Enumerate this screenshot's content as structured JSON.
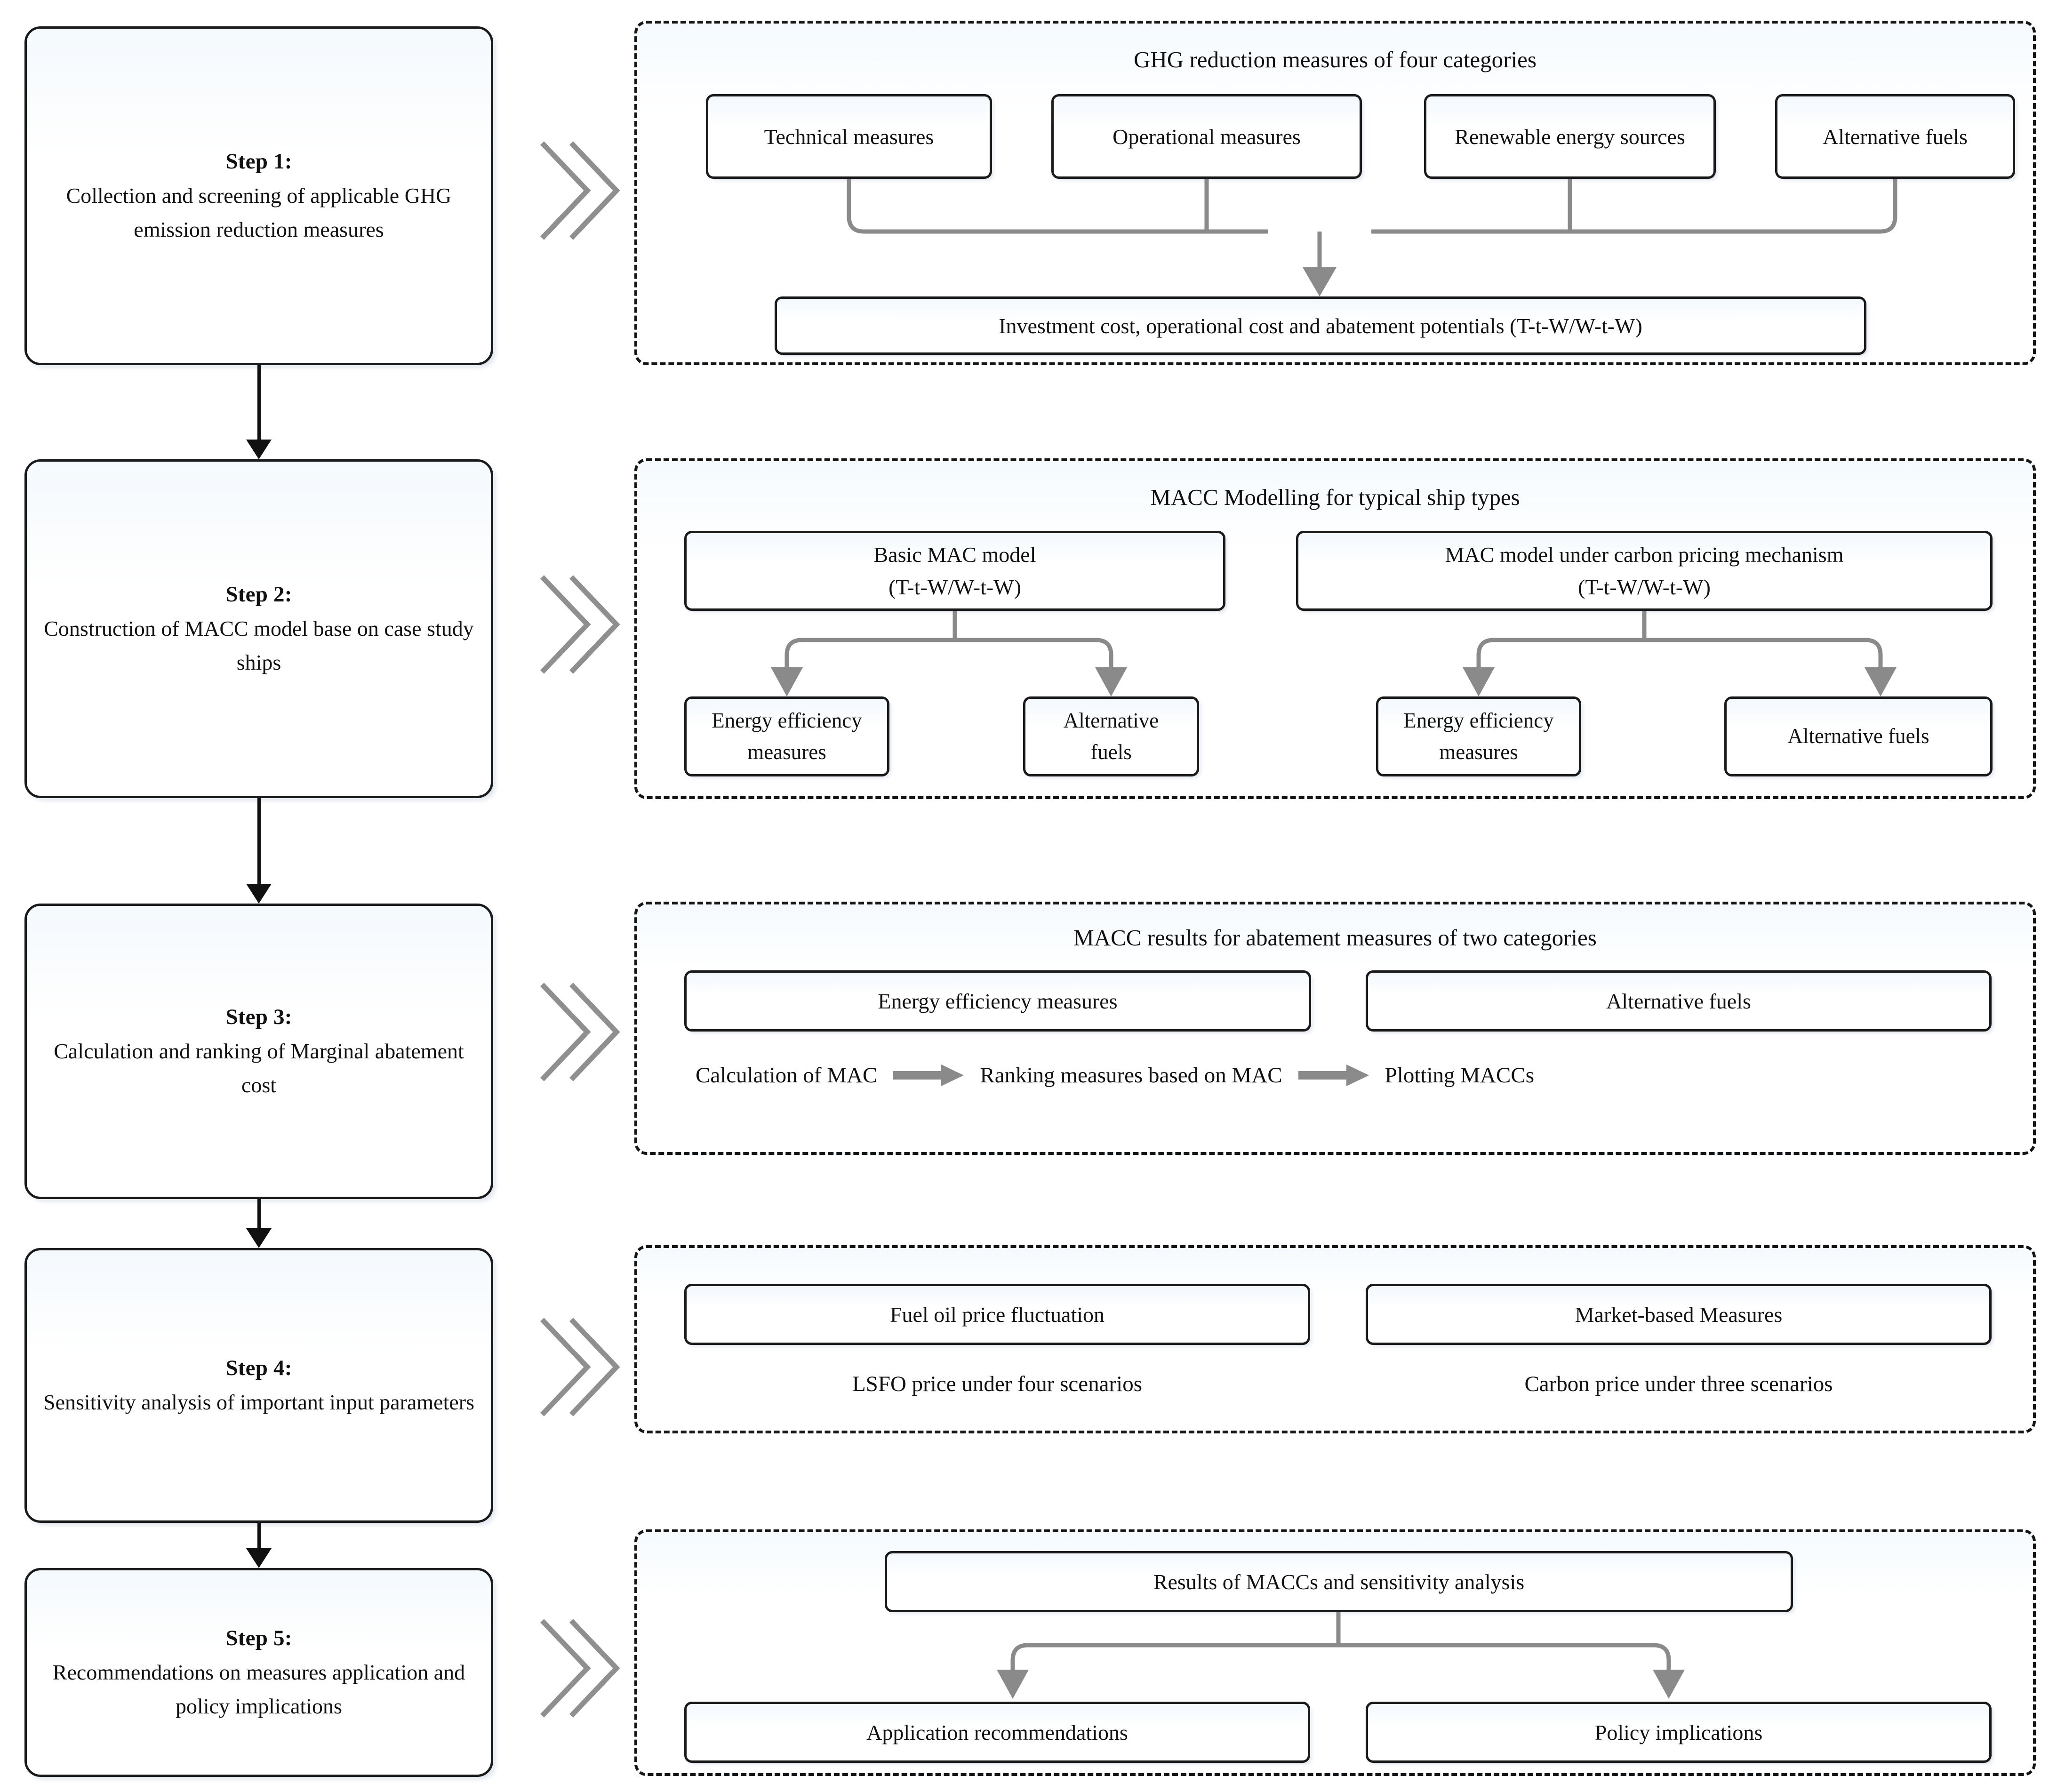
{
  "figure": {
    "type": "flowchart",
    "orientation": "vertical-five-stage"
  },
  "steps": [
    {
      "title": "Step 1:",
      "description": "Collection and screening of applicable GHG emission reduction measures"
    },
    {
      "title": "Step 2:",
      "description": "Construction of MACC model base on case study ships"
    },
    {
      "title": "Step 3:",
      "description": "Calculation and ranking of Marginal abatement cost"
    },
    {
      "title": "Step 4:",
      "description": "Sensitivity analysis of important input parameters"
    },
    {
      "title": "Step 5:",
      "description": "Recommendations on  measures application and policy implications"
    }
  ],
  "panel1": {
    "title": "GHG reduction measures of four categories",
    "categories": [
      "Technical measures",
      "Operational measures",
      "Renewable energy sources",
      "Alternative fuels"
    ],
    "output": "Investment cost, operational cost and abatement potentials (T-t-W/W-t-W)"
  },
  "panel2": {
    "title": "MACC Modelling for typical  ship types",
    "models": [
      "Basic MAC model (T-t-W/W-t-W)",
      "MAC model under carbon pricing mechanism (T-t-W/W-t-W)"
    ],
    "model_left_line1": "Basic MAC model",
    "model_left_line2": "(T-t-W/W-t-W)",
    "model_right_line1": "MAC model under carbon pricing mechanism",
    "model_right_line2": "(T-t-W/W-t-W)",
    "children": [
      "Energy efficiency measures",
      "Alternative fuels",
      "Energy efficiency measures",
      "Alternative fuels"
    ],
    "child1_line1": "Energy efficiency",
    "child1_line2": "measures",
    "child2_line1": "Alternative",
    "child2_line2": "fuels",
    "child3_line1": "Energy efficiency",
    "child3_line2": "measures",
    "child4_line1": "Alternative fuels"
  },
  "panel3": {
    "title": "MACC results for abatement measures of two categories",
    "boxes": [
      "Energy efficiency measures",
      "Alternative fuels"
    ],
    "flow": [
      "Calculation of MAC",
      "Ranking measures based on MAC",
      "Plotting MACCs"
    ]
  },
  "panel4": {
    "boxes": [
      "Fuel oil price fluctuation",
      "Market-based Measures"
    ],
    "captions": [
      "LSFO price under four scenarios",
      "Carbon price under three scenarios"
    ]
  },
  "panel5": {
    "top_box": "Results of MACCs and sensitivity analysis",
    "boxes": [
      "Application  recommendations",
      "Policy implications"
    ]
  },
  "icons": {
    "chevron_double_right": "chevron-double-right-icon",
    "arrow_down": "arrow-down-icon",
    "arrow_right": "arrow-right-icon"
  },
  "colors": {
    "outline": "#1a1a1a",
    "connector_grey": "#8a8a8a",
    "panel_border": "#151515",
    "background": "#ffffff"
  }
}
